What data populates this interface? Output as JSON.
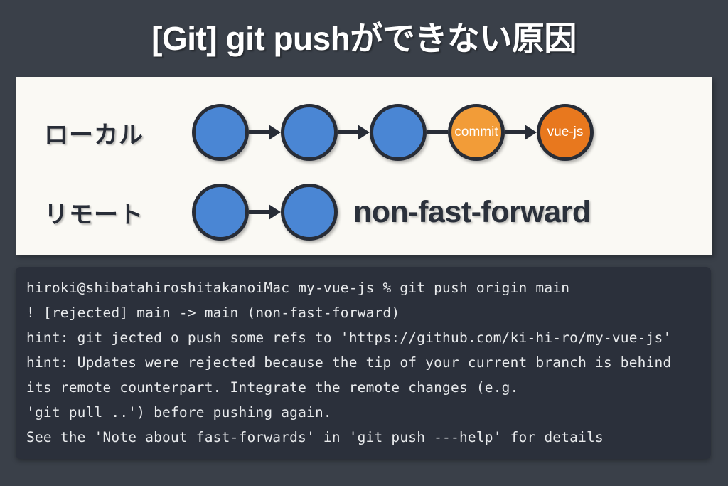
{
  "title": "[Git] git pushができない原因",
  "colors": {
    "page_background": "#3a4049",
    "card_background": "#faf9f4",
    "node_blue": "#4a86d4",
    "node_orange_light": "#f29c38",
    "node_orange_dark": "#e8781e",
    "stroke": "#282d37",
    "terminal_background": "#2b303b",
    "terminal_text": "#e8eaec"
  },
  "diagram": {
    "rows": [
      {
        "label": "ローカル",
        "nodes": [
          {
            "id": "local-c1",
            "text": "",
            "color": "blue"
          },
          {
            "id": "local-c2",
            "text": "",
            "color": "blue"
          },
          {
            "id": "local-c3",
            "text": "",
            "color": "blue"
          },
          {
            "id": "local-c4",
            "text": "commit",
            "color": "orange-light"
          },
          {
            "id": "local-c5",
            "text": "vue-js",
            "color": "orange-dark"
          }
        ]
      },
      {
        "label": "リモート",
        "nodes": [
          {
            "id": "remote-c1",
            "text": "",
            "color": "blue"
          },
          {
            "id": "remote-c2",
            "text": "",
            "color": "blue"
          }
        ],
        "annotation": "non-fast-forward"
      }
    ]
  },
  "terminal": {
    "lines": [
      "hiroki@shibatahiroshitakanoiMac my-vue-js % git push origin main",
      "! [rejected] main -> main (non-fast-forward)",
      "hint: git jected o push some refs to 'https://github.com/ki-hi-ro/my-vue-js'",
      "hint: Updates were rejected because the tip of your current branch is behind",
      "its remote counterpart. Integrate the remote changes (e.g.",
      "'git pull ..') before pushing again.",
      "See the 'Note about fast-forwards' in 'git push ---help' for details"
    ]
  }
}
